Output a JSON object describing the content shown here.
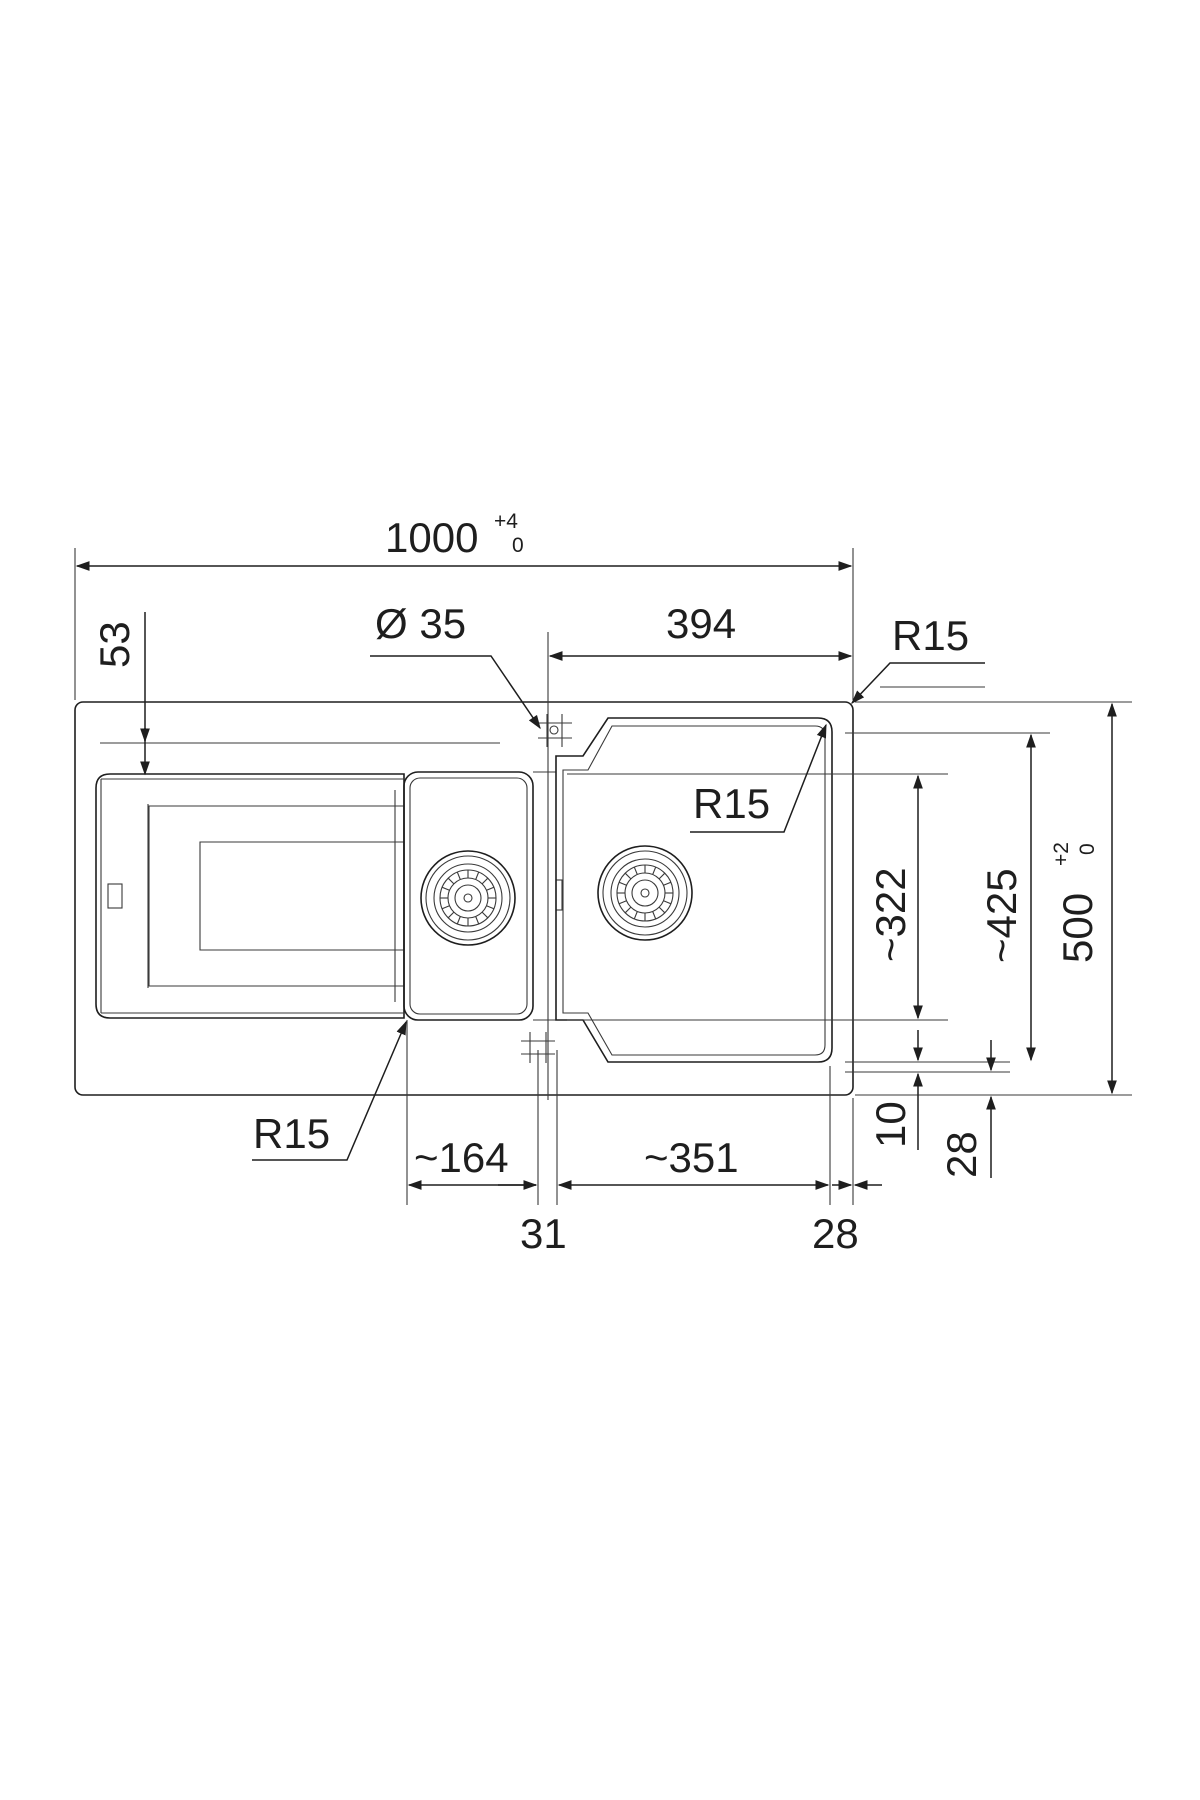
{
  "dimensions": {
    "overall_width": "1000",
    "overall_width_tol_upper": "+4",
    "overall_width_tol_lower": "0",
    "overall_depth": "500",
    "overall_depth_tol_upper": "+2",
    "overall_depth_tol_lower": "0",
    "drainer_offset": "53",
    "tap_hole_diameter": "Ø 35",
    "main_bowl_width_outer": "394",
    "corner_radius_outer": "R15",
    "corner_radius_main_bowl": "R15",
    "corner_radius_half_bowl": "R15",
    "bowl_depth_inner": "~322",
    "bowl_depth_outer": "~425",
    "half_bowl_width": "~164",
    "main_bowl_width": "~351",
    "divider_width": "31",
    "right_edge": "28",
    "front_offset_a": "10",
    "front_offset_b": "28"
  }
}
